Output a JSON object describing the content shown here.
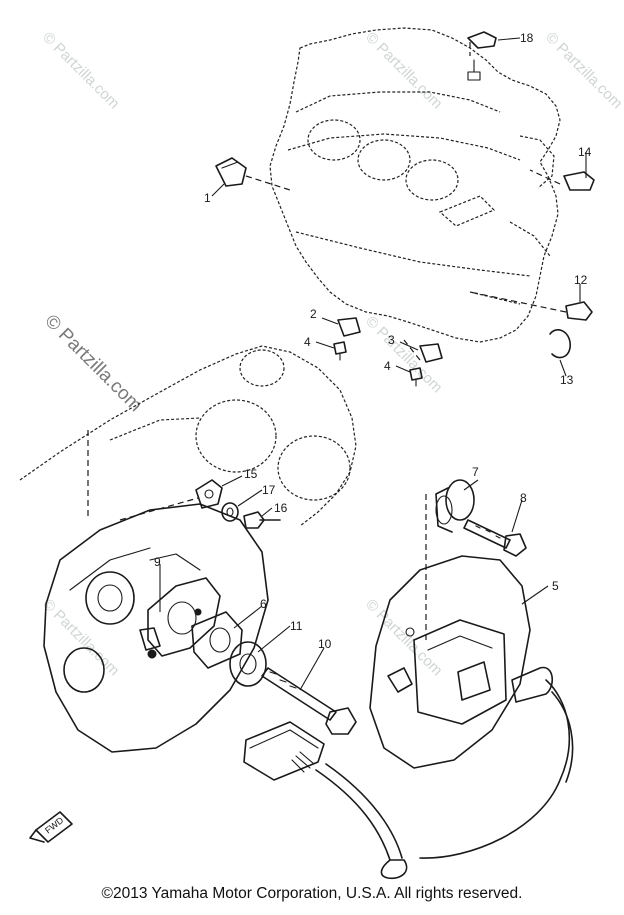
{
  "watermarks": [
    "© Partzilla.com",
    "© Partzilla.com",
    "© Partzilla.com",
    "© Partzilla.com",
    "© Partzilla.com",
    "© Partzilla.com",
    "© Partzilla.com"
  ],
  "callouts": [
    "1",
    "2",
    "3",
    "4",
    "4",
    "5",
    "6",
    "7",
    "8",
    "9",
    "10",
    "11",
    "12",
    "13",
    "14",
    "15",
    "16",
    "17",
    "18"
  ],
  "front_marker": "FWD",
  "copyright": "©2013 Yamaha Motor Corporation, U.S.A. All rights reserved."
}
